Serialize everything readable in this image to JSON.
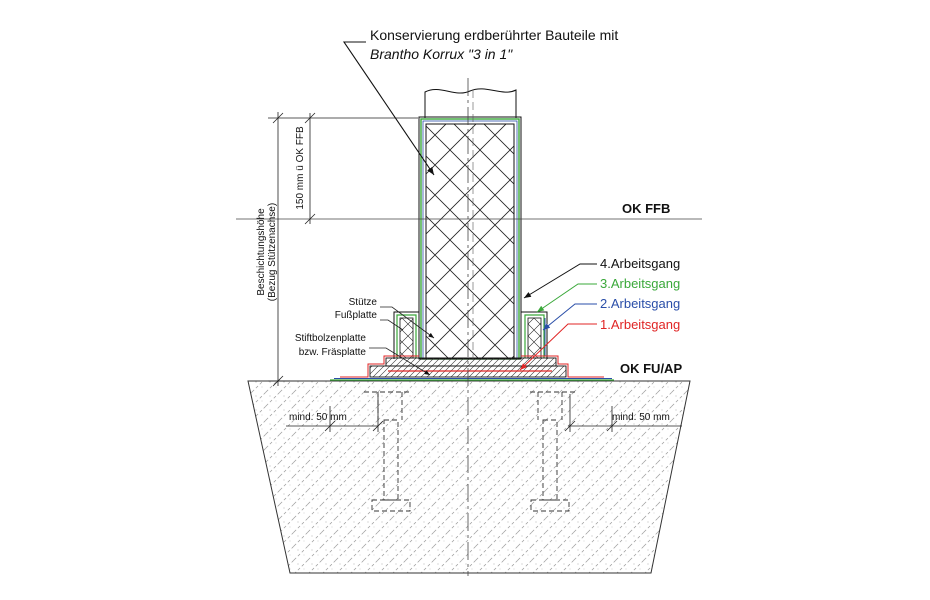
{
  "title": {
    "line1": "Konservierung erdberührter Bauteile mit",
    "line2": "Brantho Korrux \"3 in 1\""
  },
  "levels": {
    "ok_ffb": "OK FFB",
    "ok_fu_ap": "OK FU/AP"
  },
  "dimensions": {
    "coating_height": "Beschichtungshöhe",
    "coating_height_ref": "(Bezug Stützenachse)",
    "above_ffb": "150 mm ü OK FFB",
    "min_left": "mind. 50 mm",
    "min_right": "mind. 50 mm"
  },
  "parts": {
    "column": "Stütze",
    "foot_plate": "Fußplatte",
    "stud_plate": "Stiftbolzenplatte",
    "stud_plate_alt": "bzw. Fräsplatte"
  },
  "coats": [
    {
      "label": "4.Arbeitsgang",
      "color": "#111111"
    },
    {
      "label": "3.Arbeitsgang",
      "color": "#3aa83a"
    },
    {
      "label": "2.Arbeitsgang",
      "color": "#2a4ea8"
    },
    {
      "label": "1.Arbeitsgang",
      "color": "#e02424"
    }
  ]
}
